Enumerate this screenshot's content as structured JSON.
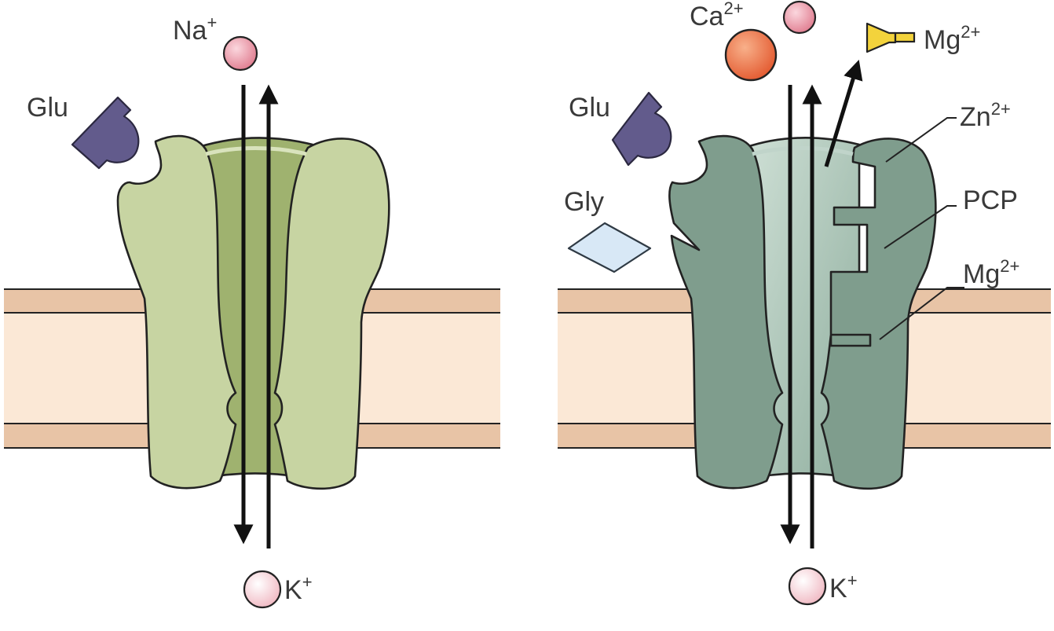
{
  "colors": {
    "membrane_outer": "#e8c4a6",
    "membrane_inner": "#fbe8d6",
    "ampa_subunit": "#c7d4a2",
    "ampa_pore": "#9fb26f",
    "nmda_subunit": "#7f9d8d",
    "nmda_pore": "#a8c0b4",
    "glu": "#625b8c",
    "gly": "#d8e8f6",
    "na_ion": "#e38a9a",
    "k_ion": "#f2c5cc",
    "ca_ion": "#e96d46",
    "mg_blocker": "#f3d33c"
  },
  "left_panel": {
    "labels": {
      "ion_in": "Na",
      "ion_in_charge": "+",
      "ligand": "Glu",
      "ion_out": "K",
      "ion_out_charge": "+"
    }
  },
  "right_panel": {
    "labels": {
      "ca": "Ca",
      "ca_charge": "2+",
      "mg_top": "Mg",
      "mg_top_charge": "2+",
      "glu": "Glu",
      "gly": "Gly",
      "zn": "Zn",
      "zn_charge": "2+",
      "pcp": "PCP",
      "mg_site": "Mg",
      "mg_site_charge": "2+",
      "ion_out": "K",
      "ion_out_charge": "+"
    }
  }
}
